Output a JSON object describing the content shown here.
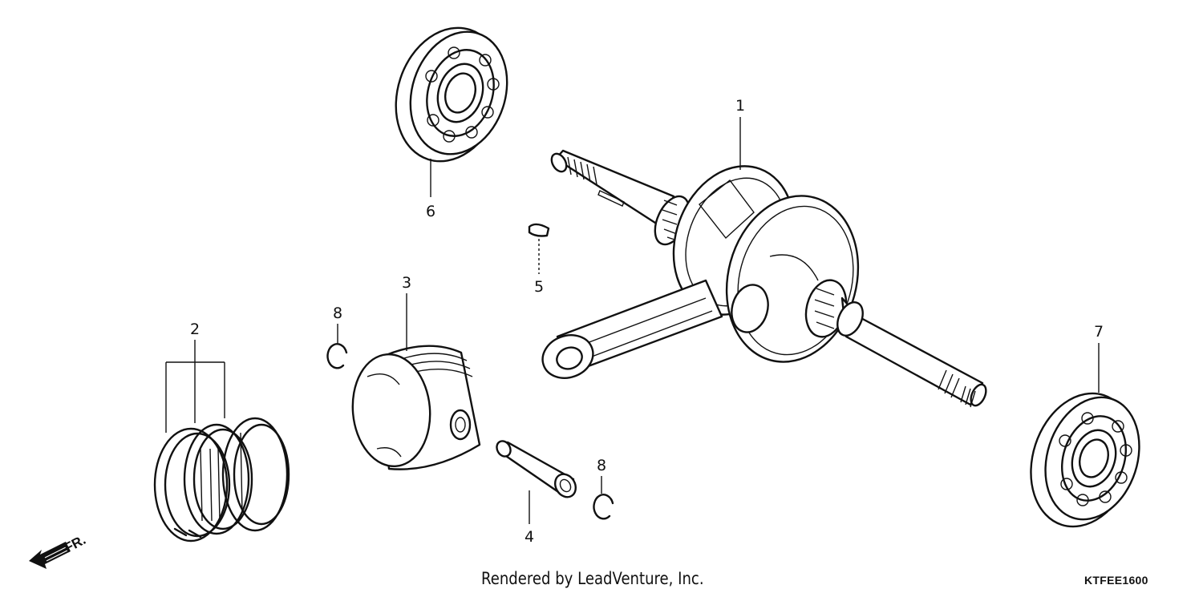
{
  "callouts": {
    "crankshaft": "1",
    "piston_rings": "2",
    "piston": "3",
    "piston_pin": "4",
    "woodruff_key": "5",
    "bearing_upper": "6",
    "bearing_right": "7",
    "clip_left": "8",
    "clip_right": "8"
  },
  "front_indicator": "FR.",
  "credit": "Rendered by LeadVenture, Inc.",
  "diagram_code": "KTFEE1600"
}
